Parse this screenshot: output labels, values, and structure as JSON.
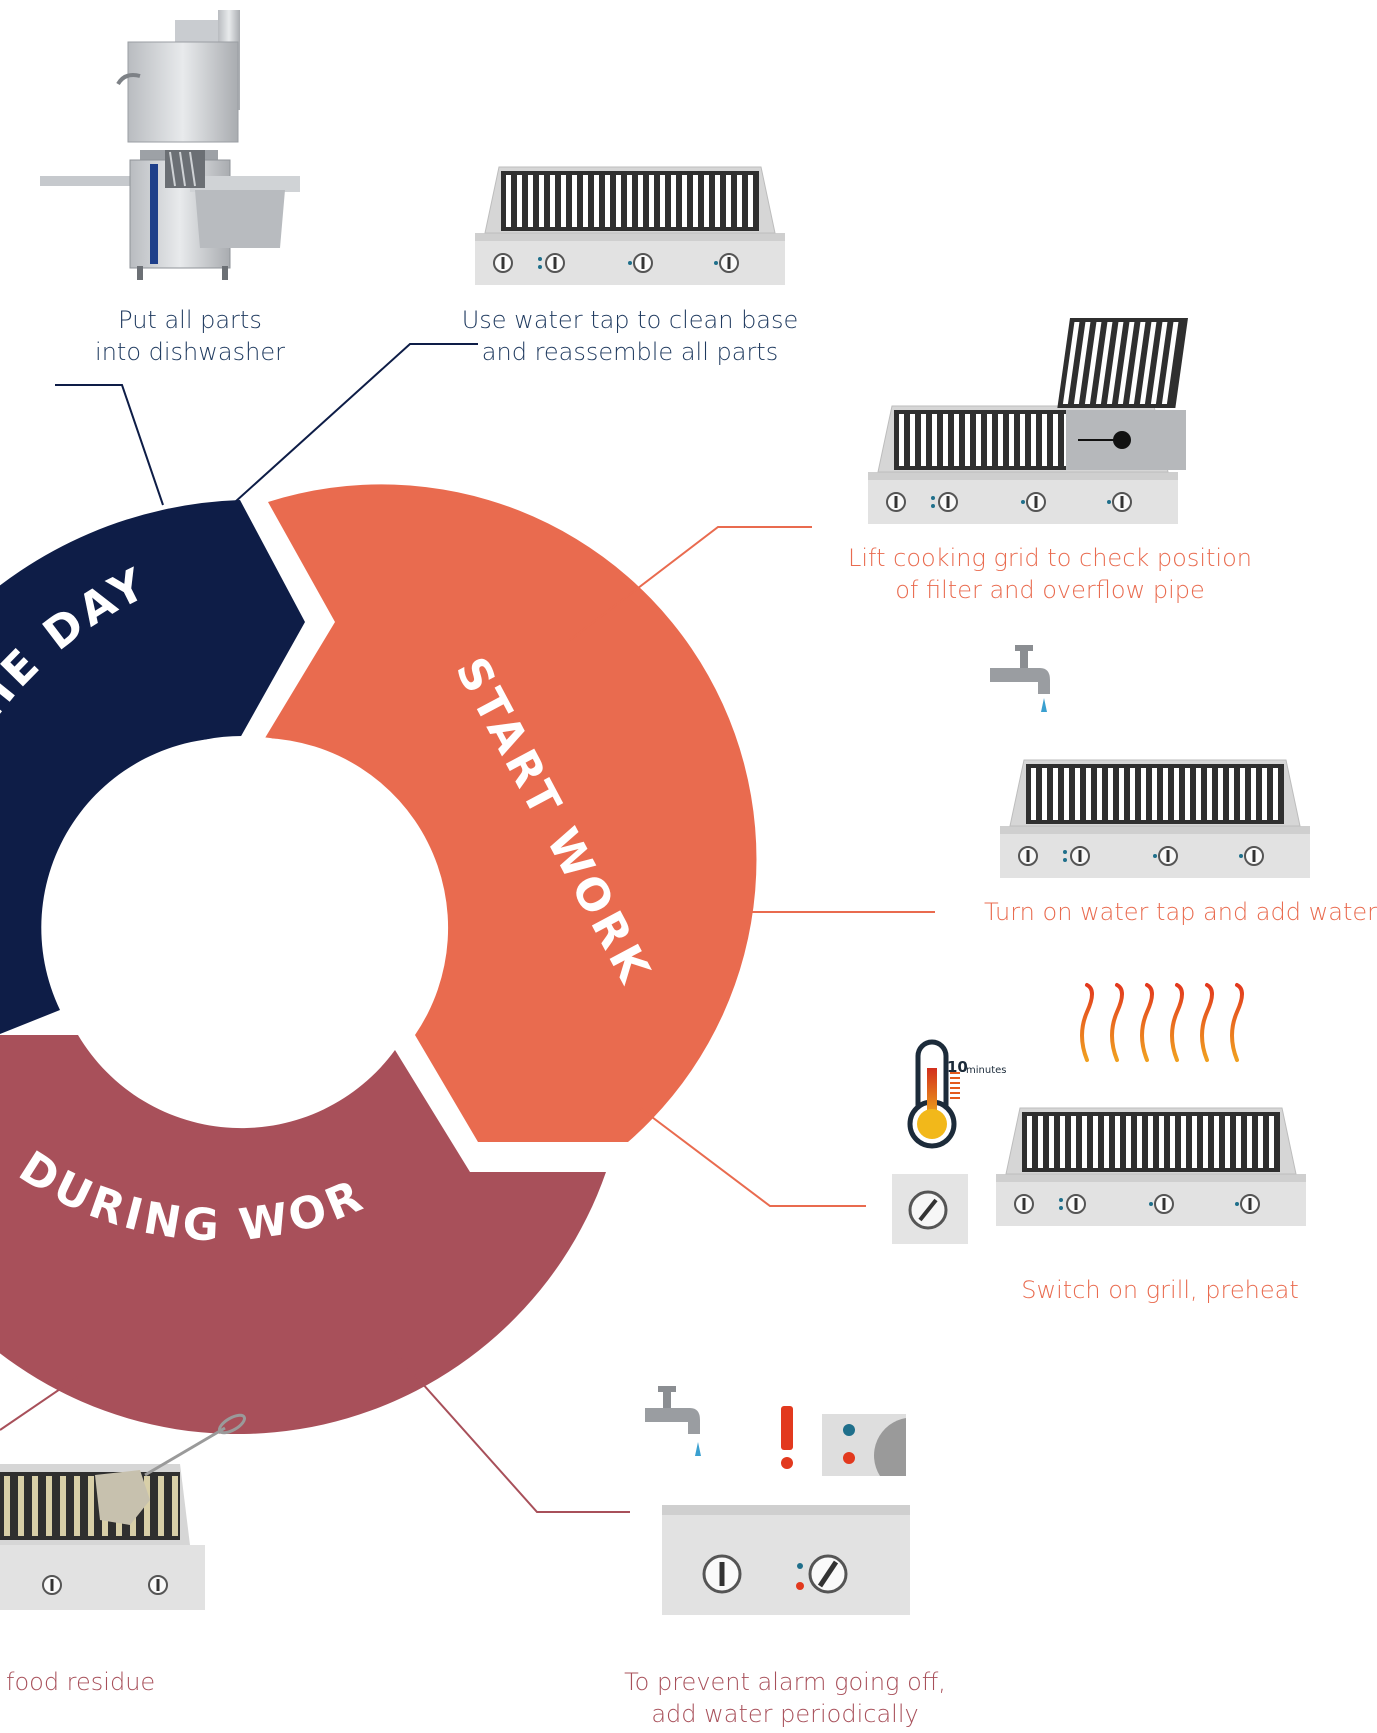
{
  "colors": {
    "navy": "#0e1d47",
    "orange": "#e96b4f",
    "maroon": "#a8505a",
    "grill_body": "#dcdcdc",
    "grill_dark": "#3a3a3a"
  },
  "segments": {
    "end_of_day": "THE DAY",
    "start_work": "START WORK",
    "during_work": "DURING WORK"
  },
  "steps": {
    "dishwasher": {
      "line1": "Put all parts",
      "line2": "into dishwasher",
      "icon": "dishwasher-icon"
    },
    "clean_base": {
      "line1": "Use water tap to clean base",
      "line2": "and reassemble all parts",
      "icon": "grill-icon"
    },
    "lift_grid": {
      "line1": "Lift cooking grid to check position",
      "line2": "of filter and overflow pipe",
      "icon": "grill-lifted-grid-icon"
    },
    "add_water": {
      "line1": "Turn on water tap and add water",
      "icon": "grill-with-tap-icon"
    },
    "preheat": {
      "line1": "Switch on grill, preheat",
      "icon": "grill-heat-icon",
      "timer_value": "10",
      "timer_unit": "minutes"
    },
    "food_residue": {
      "line1": "food residue",
      "icon": "grill-brush-icon"
    },
    "alarm": {
      "line1": "To prevent alarm going off,",
      "line2": "add water periodically",
      "icon": "alarm-panel-icon"
    }
  }
}
